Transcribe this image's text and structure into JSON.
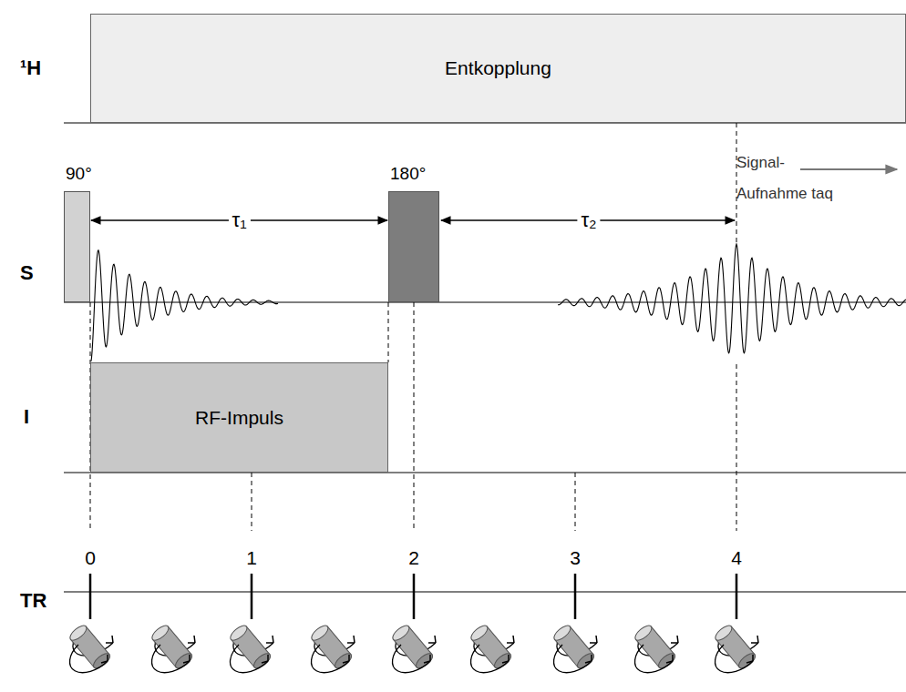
{
  "diagram": {
    "nodes": [
      {
        "text": [
          "Entkopplung"
        ]
      },
      {
        "text": [
          "90°"
        ]
      },
      {
        "text": [
          "180°"
        ]
      },
      {
        "text": [
          "RF-Impuls"
        ]
      }
    ],
    "edges": [
      {
        "from": 1,
        "to": 2,
        "arrow": "both",
        "label": "τ₁"
      }
    ],
    "labels": [
      "¹H",
      "S",
      "I",
      "TR",
      "τ₂",
      "Signal-",
      "Aufnahme taq",
      "0",
      "1",
      "2",
      "3",
      "4"
    ]
  }
}
